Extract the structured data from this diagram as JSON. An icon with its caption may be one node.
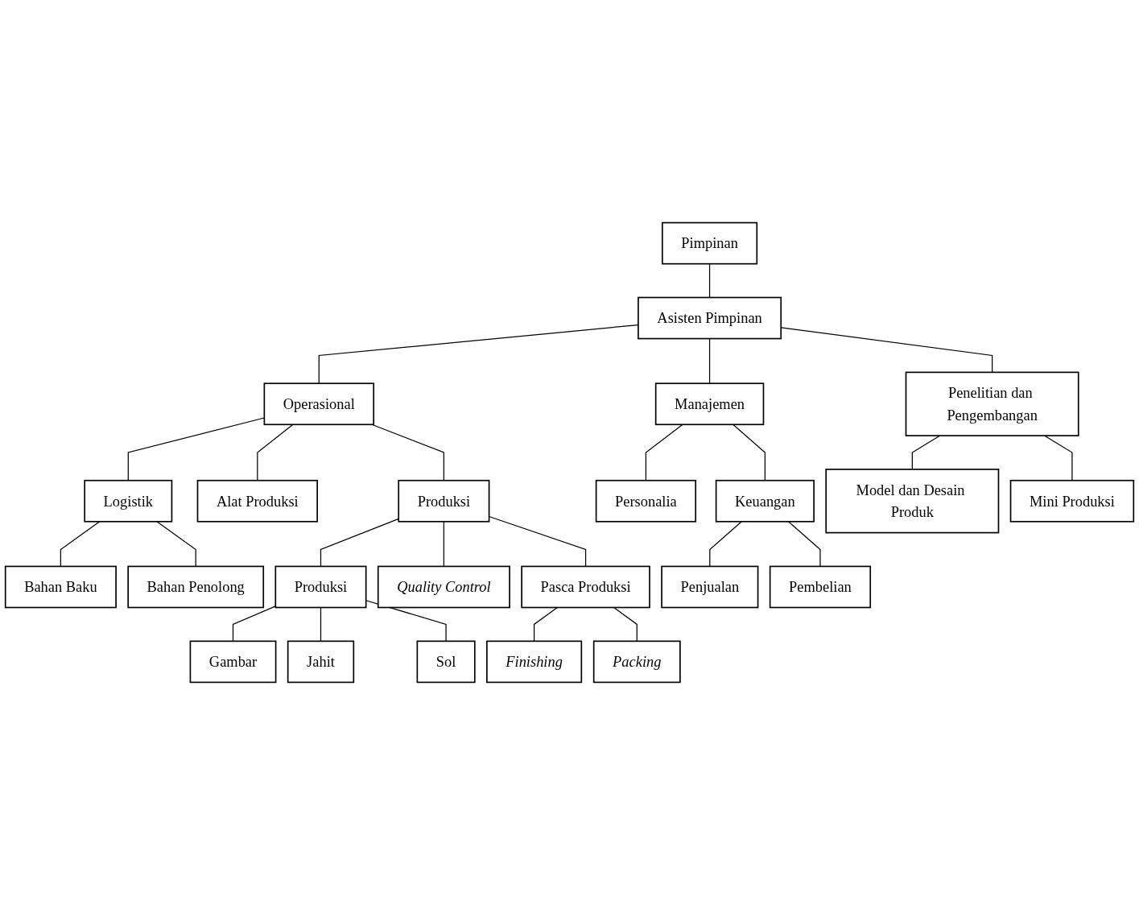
{
  "diagram": {
    "nodes": [
      {
        "text": [
          "Pimpinan"
        ]
      },
      {
        "text": [
          "Asisten Pimpinan"
        ]
      },
      {
        "text": [
          "Operasional"
        ]
      },
      {
        "text": [
          "Manajemen"
        ]
      },
      {
        "text": [
          "Penelitian dan Pengembangan"
        ]
      },
      {
        "text": [
          "Logistik"
        ]
      },
      {
        "text": [
          "Alat Produksi"
        ]
      },
      {
        "text": [
          "Produksi"
        ]
      },
      {
        "text": [
          "Personalia"
        ]
      },
      {
        "text": [
          "Keuangan"
        ]
      },
      {
        "text": [
          "Model dan Desain Produk"
        ]
      },
      {
        "text": [
          "Mini Produksi"
        ]
      },
      {
        "text": [
          "Bahan Baku"
        ]
      },
      {
        "text": [
          "Bahan Penolong"
        ]
      },
      {
        "text": [
          "Produksi"
        ]
      },
      {
        "text": [
          "Quality Control"
        ]
      },
      {
        "text": [
          "Pasca Produksi"
        ]
      },
      {
        "text": [
          "Penjualan"
        ]
      },
      {
        "text": [
          "Pembelian"
        ]
      },
      {
        "text": [
          "Gambar"
        ]
      },
      {
        "text": [
          "Jahit"
        ]
      },
      {
        "text": [
          "Sol"
        ]
      },
      {
        "text": [
          "Finishing"
        ]
      },
      {
        "text": [
          "Packing"
        ]
      }
    ],
    "edges": [
      {
        "from": 0,
        "to": 1,
        "arrow": "none"
      },
      {
        "from": 1,
        "to": 2,
        "arrow": "none"
      },
      {
        "from": 1,
        "to": 3,
        "arrow": "none"
      },
      {
        "from": 1,
        "to": 4,
        "arrow": "none"
      },
      {
        "from": 2,
        "to": 5,
        "arrow": "none"
      },
      {
        "from": 2,
        "to": 6,
        "arrow": "none"
      },
      {
        "from": 2,
        "to": 7,
        "arrow": "none"
      },
      {
        "from": 3,
        "to": 8,
        "arrow": "none"
      },
      {
        "from": 3,
        "to": 9,
        "arrow": "none"
      },
      {
        "from": 4,
        "to": 10,
        "arrow": "none"
      },
      {
        "from": 4,
        "to": 11,
        "arrow": "none"
      },
      {
        "from": 5,
        "to": 12,
        "arrow": "none"
      },
      {
        "from": 5,
        "to": 13,
        "arrow": "none"
      },
      {
        "from": 7,
        "to": 14,
        "arrow": "none"
      },
      {
        "from": 7,
        "to": 15,
        "arrow": "none"
      },
      {
        "from": 7,
        "to": 16,
        "arrow": "none"
      },
      {
        "from": 9,
        "to": 17,
        "arrow": "none"
      },
      {
        "from": 9,
        "to": 18,
        "arrow": "none"
      },
      {
        "from": 14,
        "to": 19,
        "arrow": "none"
      },
      {
        "from": 14,
        "to": 20,
        "arrow": "none"
      },
      {
        "from": 14,
        "to": 21,
        "arrow": "none"
      },
      {
        "from": 16,
        "to": 22,
        "arrow": "none"
      },
      {
        "from": 16,
        "to": 23,
        "arrow": "none"
      }
    ]
  }
}
